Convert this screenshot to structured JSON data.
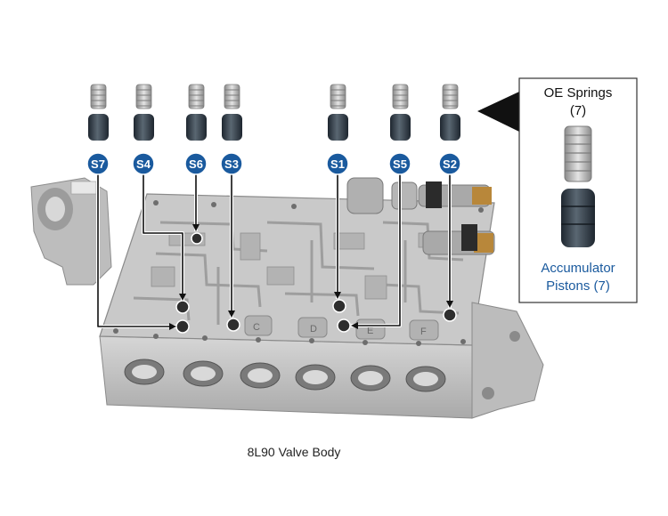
{
  "solenoids": [
    "S7",
    "S4",
    "S6",
    "S3",
    "S1",
    "S5",
    "S2"
  ],
  "port_letters": [
    "C",
    "D",
    "E",
    "F"
  ],
  "legend": {
    "springs_title": "OE Springs",
    "springs_count": "(7)",
    "pistons_title": "Accumulator",
    "pistons_count": "Pistons (7)"
  },
  "caption": "8L90 Valve Body",
  "colors": {
    "badge": "#1a5a9e",
    "accent_text": "#1a5a9e",
    "spring": "#a8a8a8",
    "piston": "#2d3844",
    "housing": "#c8c8c8"
  }
}
